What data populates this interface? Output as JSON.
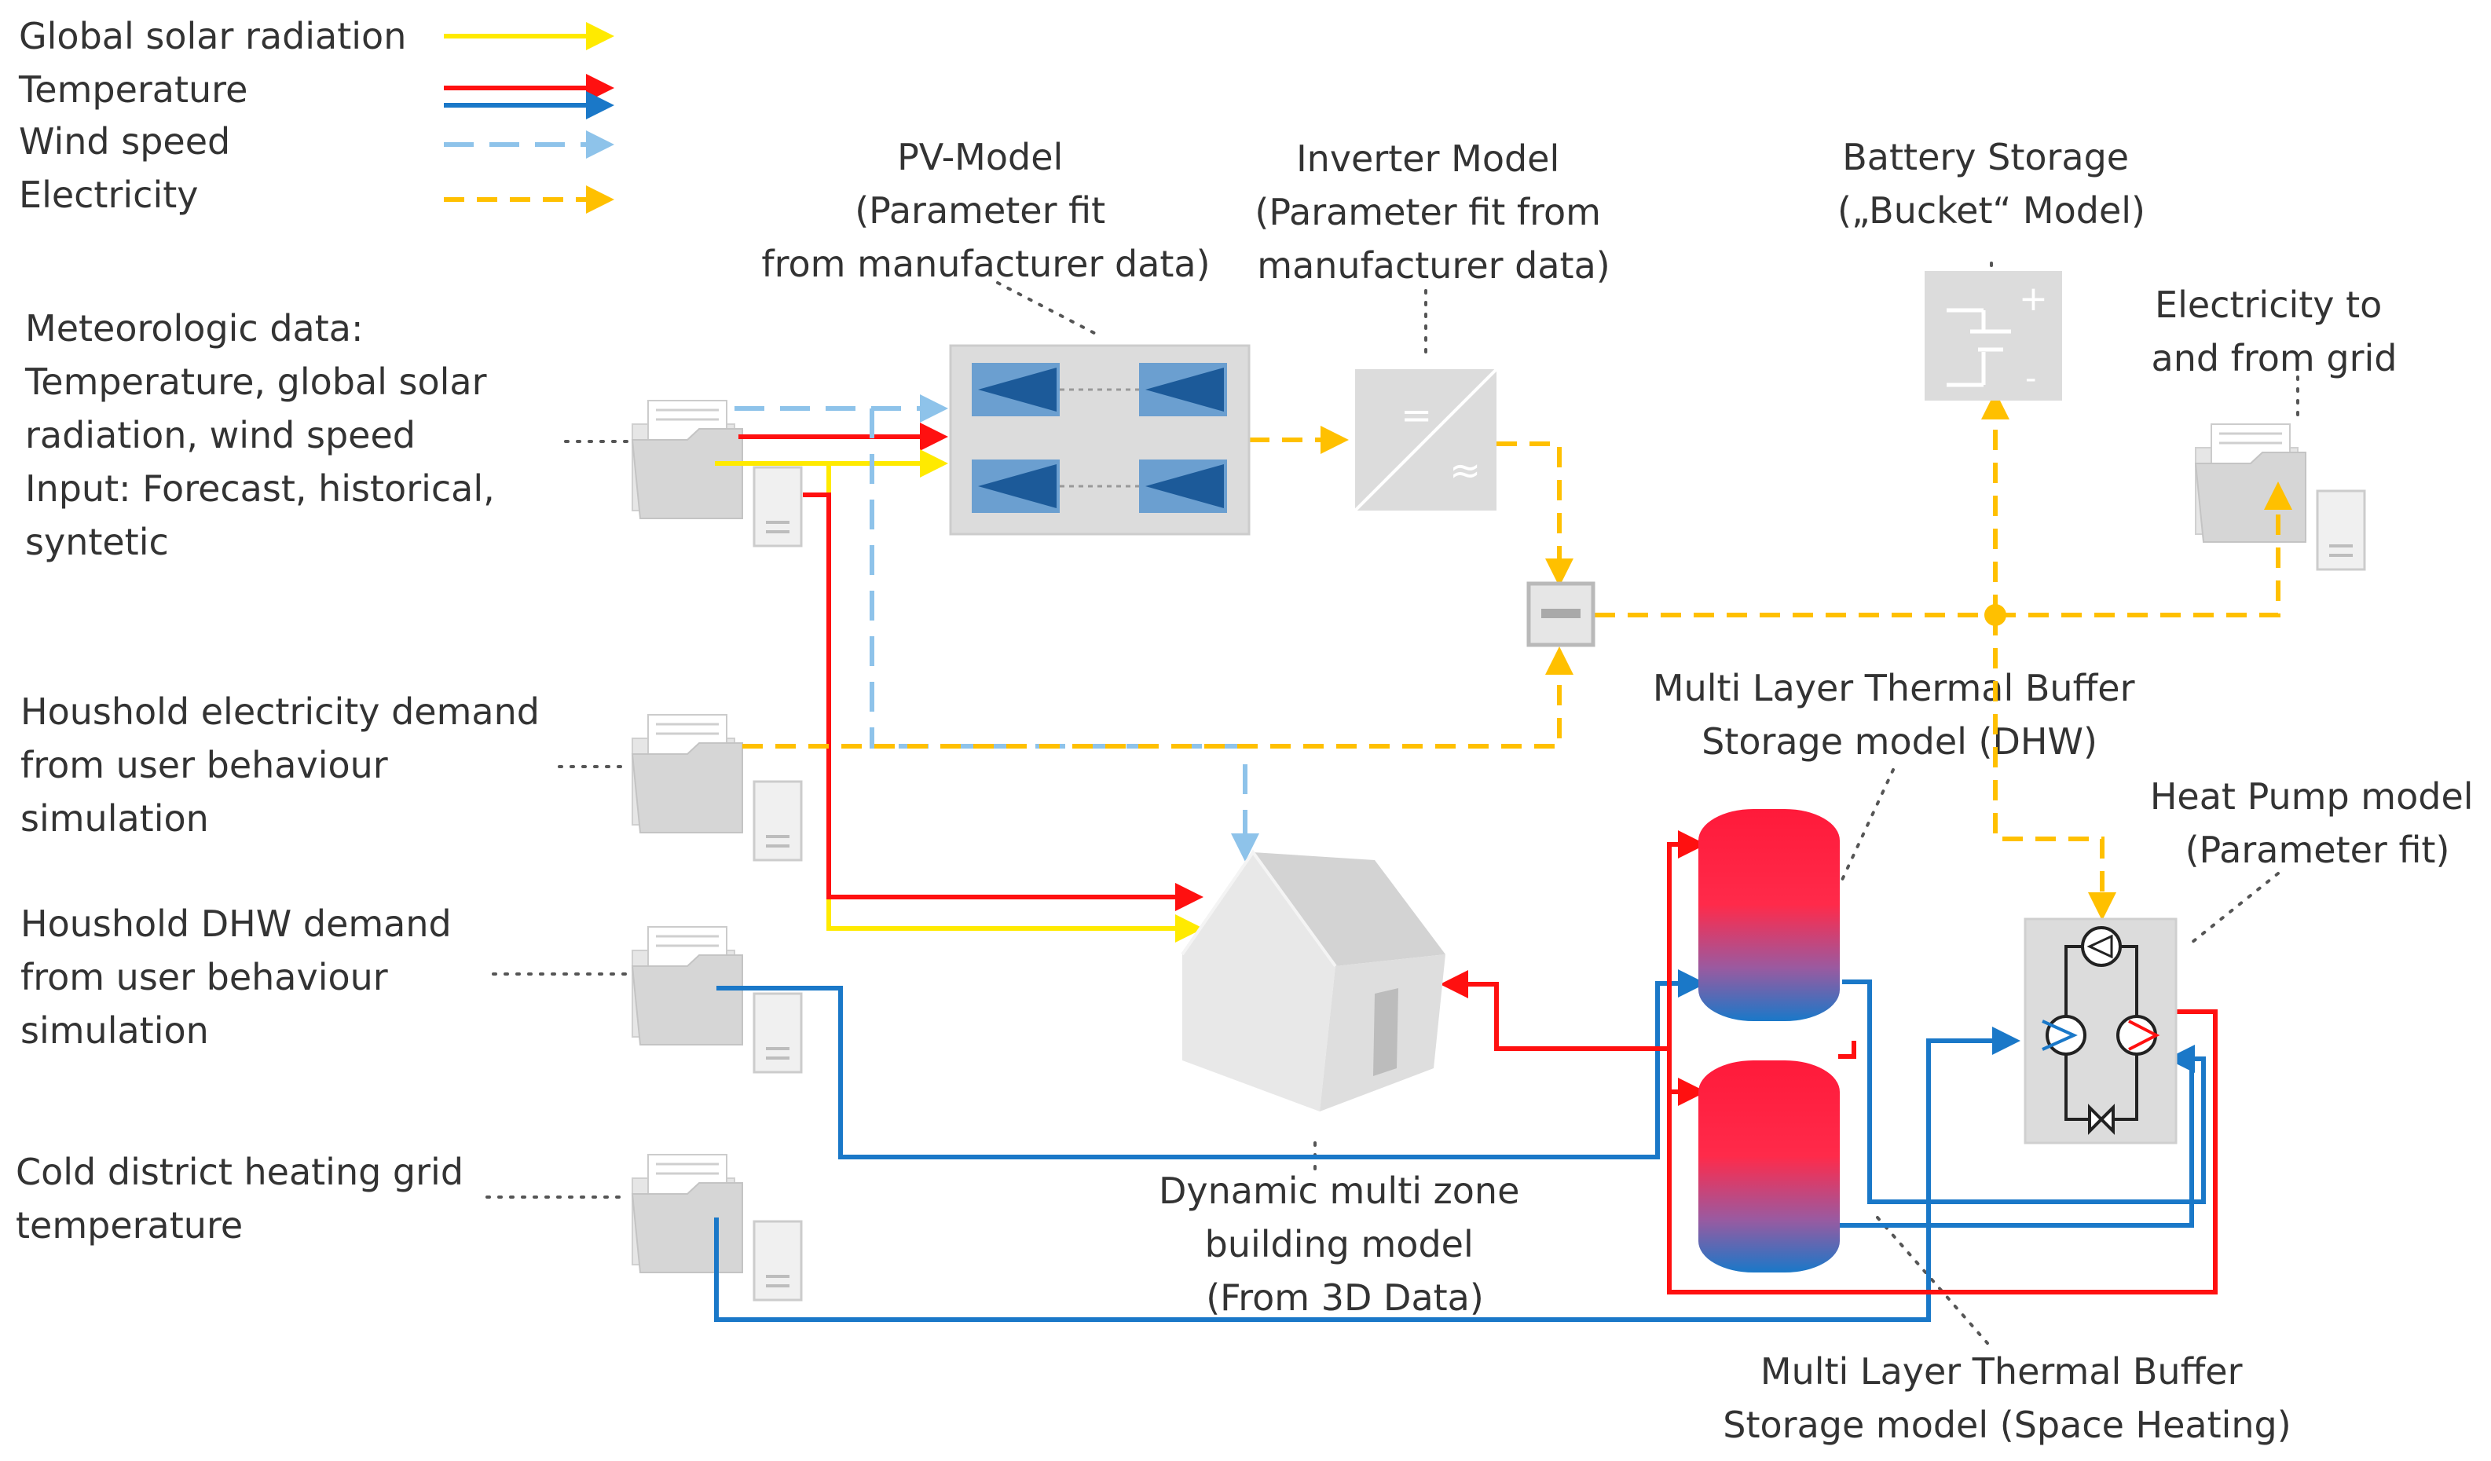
{
  "legend": {
    "solar": "Global solar radiation",
    "temperature": "Temperature",
    "wind": "Wind speed",
    "electricity": "Electricity"
  },
  "inputs": {
    "meteo": [
      "Meteorologic data:",
      "Temperature, global solar",
      "radiation, wind speed",
      "Input: Forecast, historical,",
      "syntetic"
    ],
    "elec_demand": [
      "Houshold electricity demand",
      "from user behaviour",
      "simulation"
    ],
    "dhw_demand": [
      "Houshold DHW demand",
      "from user behaviour",
      "simulation"
    ],
    "cold_grid": [
      "Cold district heating grid",
      "temperature"
    ]
  },
  "models": {
    "pv": [
      "PV-Model",
      "(Parameter fit",
      "from manufacturer data)"
    ],
    "inverter": [
      "Inverter Model",
      "(Parameter fit from",
      "manufacturer data)"
    ],
    "battery": [
      "Battery Storage",
      "(„Bucket“ Model)"
    ],
    "grid": [
      "Electricity to",
      "and from grid"
    ],
    "dhw_storage": [
      "Multi Layer Thermal Buffer",
      "Storage model (DHW)"
    ],
    "heat_pump": [
      "Heat Pump model",
      "(Parameter fit)"
    ],
    "building": [
      "Dynamic multi zone",
      "building model",
      "(From 3D Data)"
    ],
    "sh_storage": [
      "Multi Layer Thermal Buffer",
      "Storage model (Space Heating)"
    ]
  },
  "colors": {
    "solar": "#ffea00",
    "temperature_warm": "#ff1010",
    "temperature_cold": "#1a78c8",
    "wind": "#8ec3ea",
    "electricity": "#ffc000"
  },
  "icons": {
    "data_source": "folder-server-icon",
    "pv": "solar-panel-icon",
    "inverter": "inverter-icon",
    "battery": "battery-icon",
    "meter": "meter-icon",
    "building": "house-icon",
    "storage": "storage-tank-icon",
    "heat_pump": "heat-pump-icon"
  }
}
